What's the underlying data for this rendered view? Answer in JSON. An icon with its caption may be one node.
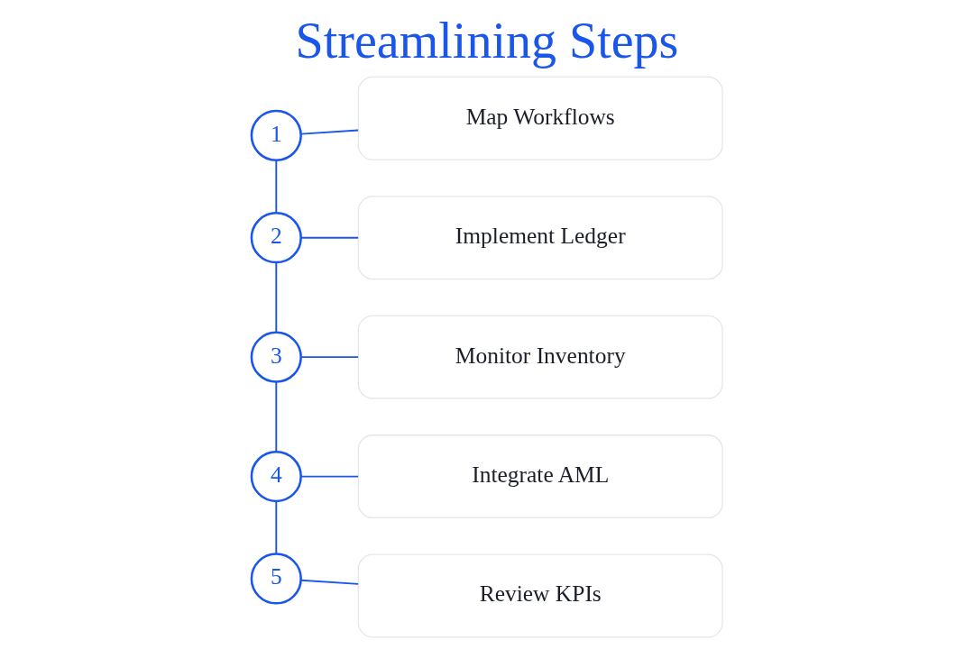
{
  "diagram": {
    "title": "Streamlining Steps",
    "nodes": [
      {
        "text": [
          "1"
        ]
      },
      {
        "text": [
          "2"
        ]
      },
      {
        "text": [
          "3"
        ]
      },
      {
        "text": [
          "4"
        ]
      },
      {
        "text": [
          "5"
        ]
      },
      {
        "text": [
          "Map Workflows"
        ]
      },
      {
        "text": [
          "Implement Ledger"
        ]
      },
      {
        "text": [
          "Monitor Inventory"
        ]
      },
      {
        "text": [
          "Integrate AML"
        ]
      },
      {
        "text": [
          "Review KPIs"
        ]
      }
    ],
    "edges": [
      {
        "from": 0,
        "to": 1,
        "arrow": "none"
      },
      {
        "from": 1,
        "to": 2,
        "arrow": "none"
      },
      {
        "from": 2,
        "to": 3,
        "arrow": "none"
      },
      {
        "from": 3,
        "to": 4,
        "arrow": "none"
      },
      {
        "from": 0,
        "to": 5,
        "arrow": "none"
      },
      {
        "from": 1,
        "to": 6,
        "arrow": "none"
      },
      {
        "from": 2,
        "to": 7,
        "arrow": "none"
      },
      {
        "from": 3,
        "to": 8,
        "arrow": "none"
      },
      {
        "from": 4,
        "to": 9,
        "arrow": "none"
      }
    ]
  }
}
